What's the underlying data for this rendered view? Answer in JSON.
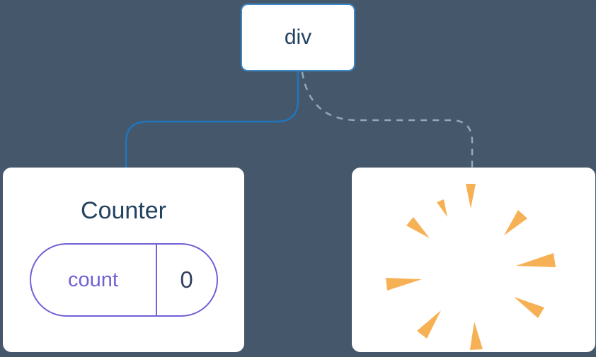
{
  "diagram": {
    "description": "component tree diagram: a div root with a solid edge to a Counter component holding state, and a dashed edge to a removed component (poof sparks)",
    "root_node": {
      "label": "div"
    },
    "edges": {
      "left": "solid",
      "right": "dashed"
    },
    "counter_card": {
      "title": "Counter",
      "state_pill": {
        "key": "count",
        "value": "0"
      }
    },
    "poof_card": {
      "icon": "poof-sparks-icon"
    },
    "colors": {
      "background": "#45576A",
      "card_background": "#FFFFFF",
      "node_border": "#3C87C4",
      "node_text": "#23425F",
      "solid_edge": "#2175BC",
      "dashed_edge": "#8FA9BF",
      "pill_border_and_key": "#6F61D6",
      "pill_value_text": "#30425C",
      "spark": "#F6B155"
    }
  }
}
